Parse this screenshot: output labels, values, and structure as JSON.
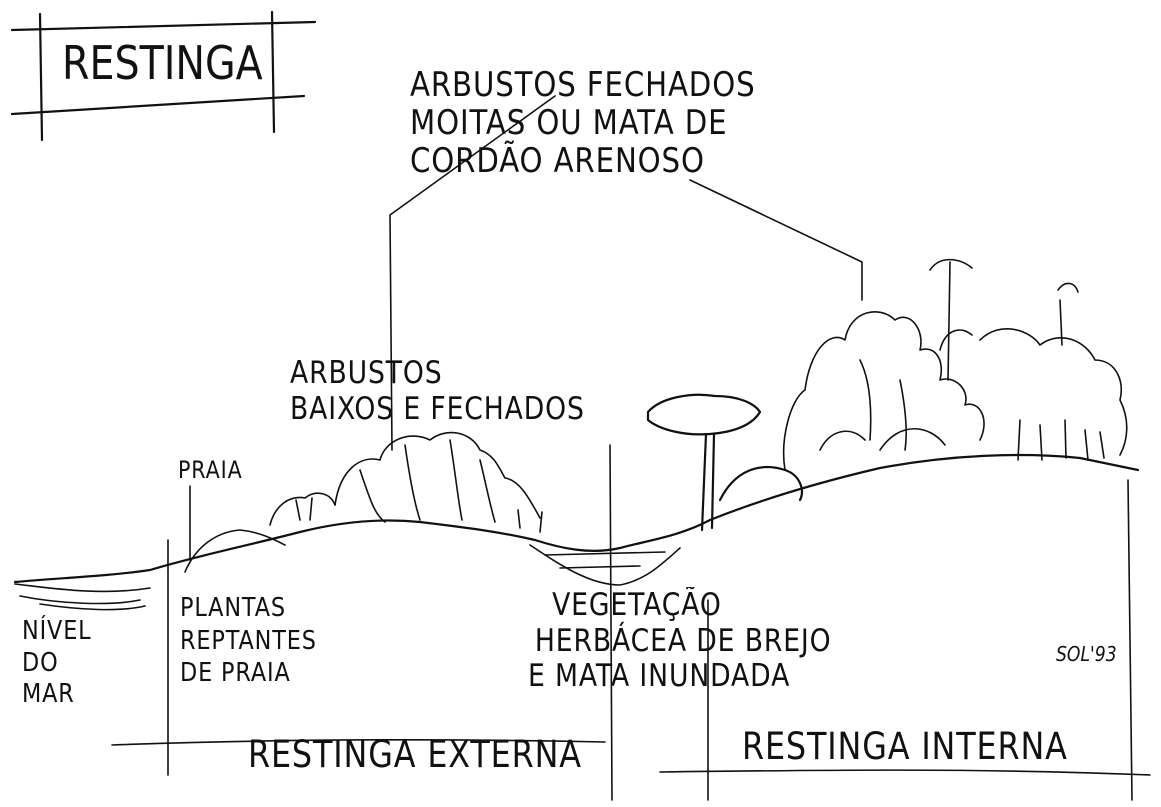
{
  "title": "RESTINGA",
  "labels": {
    "arbustos_fechados": [
      "ARBUSTOS FECHADOS",
      "MOITAS OU MATA DE",
      "CORDÃO ARENOSO"
    ],
    "arbustos_baixos": [
      "ARBUSTOS",
      "BAIXOS E FECHADOS"
    ],
    "praia": "PRAIA",
    "nivel_do_mar": [
      "NÍVEL",
      "DO",
      "MAR"
    ],
    "plantas_reptantes": [
      "PLANTAS",
      "REPTANTES",
      "DE PRAIA"
    ],
    "vegetacao": [
      "VEGETAÇÃO",
      "HERBÁCEA DE BREJO",
      "E MATA INUNDADA"
    ],
    "restinga_externa": "RESTINGA EXTERNA",
    "restinga_interna": "RESTINGA INTERNA",
    "signature": "Sol'93"
  },
  "colors": {
    "ink": "#111111",
    "paper": "#ffffff"
  }
}
